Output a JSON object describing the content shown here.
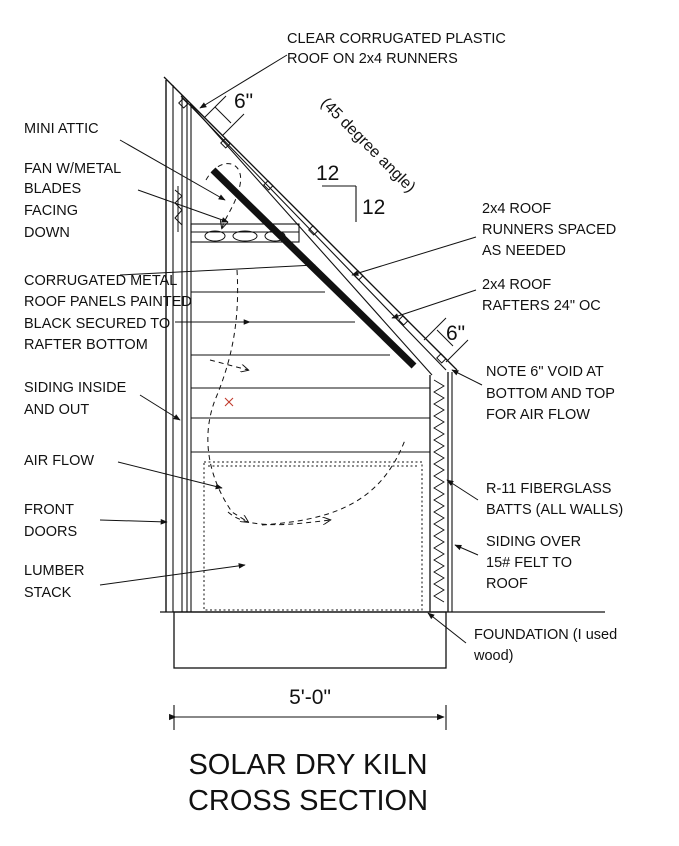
{
  "title": {
    "line1": "SOLAR DRY KILN",
    "line2": "CROSS SECTION"
  },
  "dimension": {
    "width": "5'-0\"",
    "void_top": "6\"",
    "void_bottom": "6\""
  },
  "slope": {
    "rise": "12",
    "run": "12",
    "angle_note": "(45 degree angle)"
  },
  "labels": {
    "clear_roof": [
      "CLEAR CORRUGATED PLASTIC",
      "ROOF ON 2x4 RUNNERS"
    ],
    "mini_attic": [
      "MINI ATTIC"
    ],
    "fan": [
      "FAN W/METAL",
      "BLADES",
      "FACING",
      "DOWN"
    ],
    "metal_panels": [
      "CORRUGATED METAL",
      "ROOF PANELS PAINTED",
      "BLACK SECURED TO",
      "RAFTER BOTTOM"
    ],
    "siding_in_out": [
      "SIDING INSIDE",
      "AND OUT"
    ],
    "air_flow": [
      "AIR FLOW"
    ],
    "front_doors": [
      "FRONT",
      "DOORS"
    ],
    "lumber_stack": [
      "LUMBER",
      "STACK"
    ],
    "runners": [
      "2x4 ROOF",
      "RUNNERS SPACED",
      "AS NEEDED"
    ],
    "rafters": [
      "2x4 ROOF",
      "RAFTERS 24\" OC"
    ],
    "void_note": [
      "NOTE 6\" VOID AT",
      "BOTTOM AND TOP",
      "FOR AIR FLOW"
    ],
    "insulation": [
      "R-11 FIBERGLASS",
      "BATTS (ALL WALLS)"
    ],
    "siding_felt": [
      "SIDING OVER",
      "15# FELT TO",
      "ROOF"
    ],
    "foundation": [
      "FOUNDATION (I used",
      "wood)"
    ]
  }
}
